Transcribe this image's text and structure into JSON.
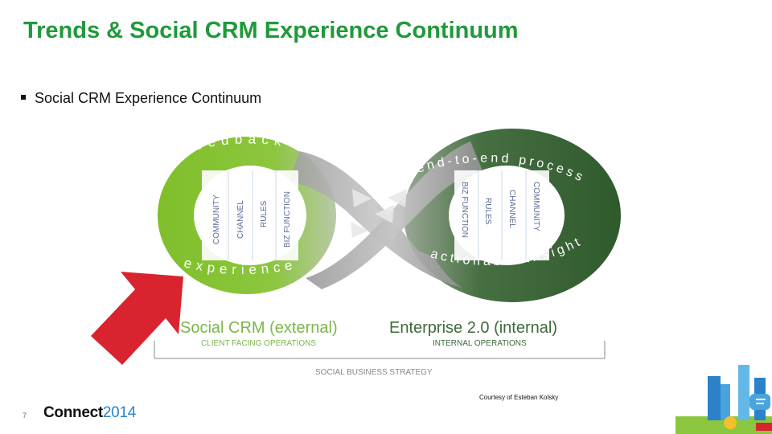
{
  "slide": {
    "title": "Trends & Social CRM Experience Continuum",
    "bullet": "Social CRM Experience Continuum",
    "credit": "Courtesy of Esteban Kolsky",
    "slide_number": "7",
    "brand_name": "Connect",
    "brand_year": "2014"
  },
  "diagram": {
    "loop_left_top": "feedback",
    "loop_left_bottom": "experience",
    "loop_right_top": "end-to-end process",
    "loop_right_bottom": "actionable insight",
    "left_columns": [
      "COMMUNITY",
      "CHANNEL",
      "RULES",
      "BIZ FUNCTION"
    ],
    "right_columns": [
      "BIZ FUNCTION",
      "RULES",
      "CHANNEL",
      "COMMUNITY"
    ],
    "left_heading": "Social CRM (external)",
    "left_subheading": "CLIENT FACING OPERATIONS",
    "right_heading": "Enterprise 2.0 (internal)",
    "right_subheading": "INTERNAL OPERATIONS",
    "footer": "SOCIAL BUSINESS STRATEGY"
  },
  "colors": {
    "title_green": "#1f9a3a",
    "left_loop_green": "#8cc63f",
    "right_loop_dark_green": "#2f5a2c",
    "center_gray": "#a8a8a8",
    "arrow_red": "#d9232e",
    "heading_green": "#7ab648",
    "heading_dark_green": "#3d6b39",
    "brand_blue": "#2b82c9"
  }
}
